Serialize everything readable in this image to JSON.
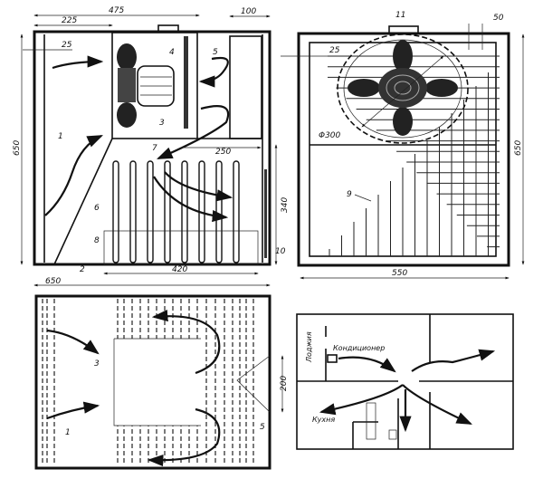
{
  "title": "Air conditioner design drawing",
  "side_view": {
    "dims": {
      "overall_width_top": "475",
      "left_section": "225",
      "right_section": "100",
      "wall_offset": "25",
      "height": "650",
      "lower_height": "340",
      "base_width": "420",
      "base_total": "650",
      "shelf_width": "250"
    },
    "labels": [
      "1",
      "2",
      "3",
      "4",
      "5",
      "6",
      "7",
      "8",
      "10"
    ]
  },
  "front_view": {
    "dims": {
      "width": "550",
      "height": "650",
      "offset": "25",
      "grid_pitch": "50",
      "fan_diameter": "Φ300"
    },
    "labels": {
      "grid": "9",
      "top_box": "11"
    }
  },
  "top_view": {
    "dims": {
      "vent": "200"
    },
    "labels": [
      "3",
      "1",
      "5"
    ]
  },
  "plan": {
    "loggia": "Лоджия",
    "conditioner": "Кондиционер",
    "kitchen": "Кухня"
  }
}
